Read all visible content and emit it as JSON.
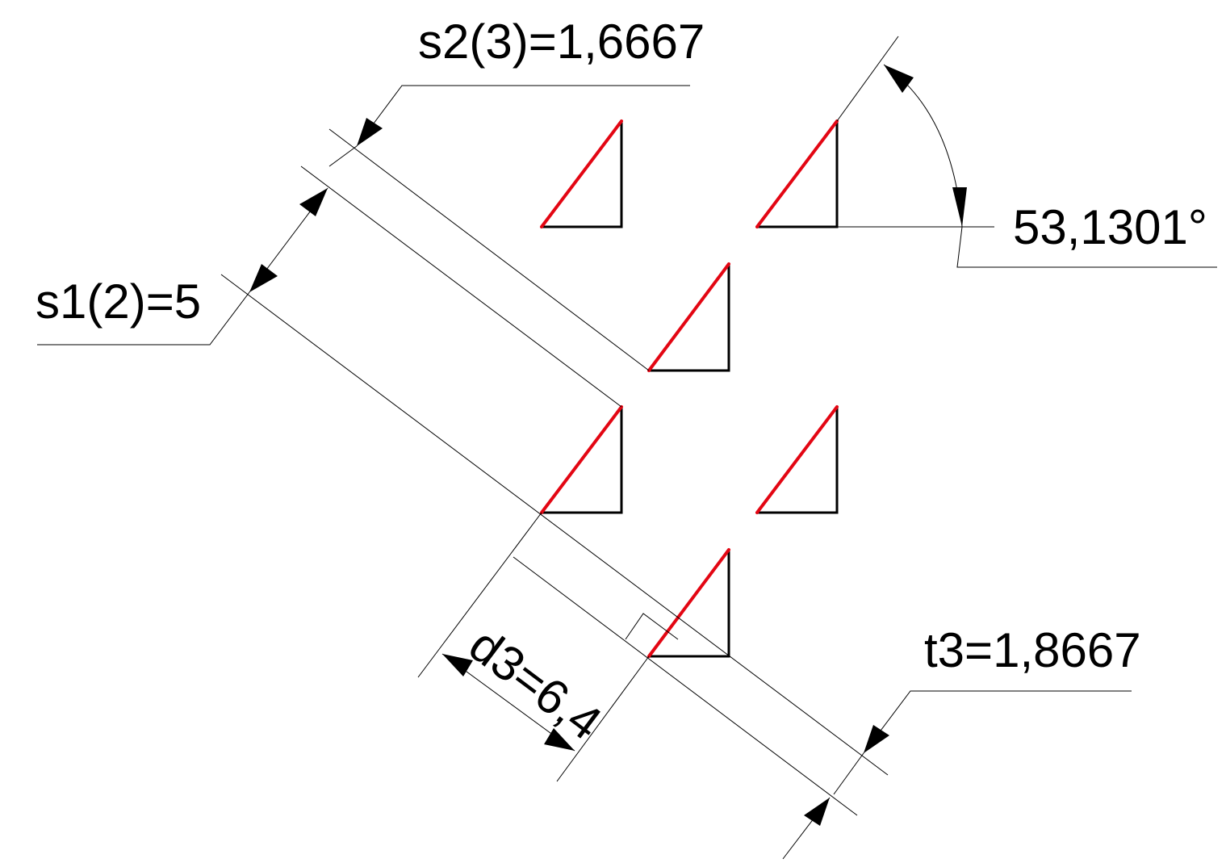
{
  "labels": {
    "s2": "s2(3)=1,6667",
    "s1": "s1(2)=5",
    "angle": "53,1301°",
    "d3": "d3=6,4",
    "t3": "t3=1,8667"
  },
  "colors": {
    "hypotenuse": "#e30613",
    "lines": "#000000",
    "background": "#ffffff"
  }
}
